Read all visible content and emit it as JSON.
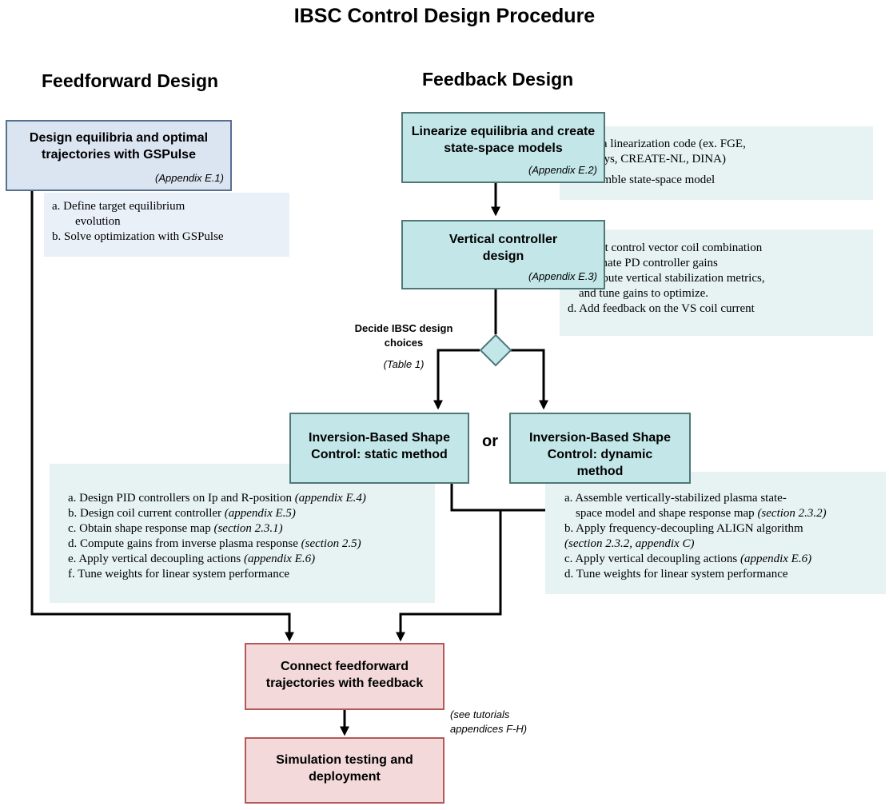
{
  "title": "IBSC Control Design Procedure",
  "feedforward": {
    "heading": "Feedforward Design",
    "box": {
      "text": "Design equilibria and optimal trajectories with GSPulse",
      "ref": "(Appendix E.1)"
    },
    "steps": [
      "a.   Define target equilibrium",
      "evolution",
      "b.   Solve optimization with GSPulse"
    ]
  },
  "feedback": {
    "heading": "Feedback Design",
    "linearize": {
      "box": {
        "text": "Linearize equilibria and create state-space models",
        "ref": "(Appendix E.2)"
      },
      "steps": [
        "a. Run a linearization code (ex. FGE,",
        "TokSys, CREATE-NL, DINA)",
        "b. Assemble state-space model"
      ]
    },
    "vertical": {
      "box": {
        "text": "Vertical controller design",
        "ref": "(Appendix E.3)"
      },
      "steps": [
        "a. Select control vector coil combination",
        "b. Estimate PD controller gains",
        "c. Compute vertical stabilization metrics,",
        "and tune gains to optimize.",
        "d. Add feedback on the VS coil current"
      ]
    },
    "decision": {
      "label": "Decide IBSC design choices",
      "ref": "(Table 1)"
    },
    "or_label": "or",
    "static_method": {
      "box": "Inversion-Based Shape Control: static method",
      "steps": [
        [
          "a. Design PID controllers on Ip and R-position ",
          "(appendix E.4)"
        ],
        [
          "b. Design coil current controller ",
          "(appendix E.5)"
        ],
        [
          "c. Obtain shape response map ",
          "(section 2.3.1)"
        ],
        [
          "d. Compute gains from inverse plasma response ",
          "(section 2.5)"
        ],
        [
          "e. Apply vertical decoupling actions ",
          "(appendix E.6)"
        ],
        [
          "f. Tune weights for linear system performance",
          ""
        ]
      ]
    },
    "dynamic_method": {
      "box": "Inversion-Based Shape Control: dynamic method",
      "steps": [
        [
          "a. Assemble vertically-stabilized plasma state-",
          ""
        ],
        [
          "space model and shape response map ",
          "(section 2.3.2)"
        ],
        [
          "b. Apply frequency-decoupling ALIGN algorithm",
          ""
        ],
        [
          "",
          "(section 2.3.2, appendix C)"
        ],
        [
          "c. Apply vertical decoupling actions ",
          "(appendix E.6)"
        ],
        [
          "d. Tune weights for linear system performance",
          ""
        ]
      ]
    }
  },
  "connect": {
    "text": "Connect feedforward trajectories with feedback",
    "note": "(see tutorials appendices F-H)"
  },
  "simulation": {
    "text": "Simulation testing and deployment"
  },
  "colors": {
    "teal_box": "#c3e6e8",
    "blue_box": "#dbe4f1",
    "red_box": "#f3d9d9",
    "teal_note": "#e6f3f2",
    "blue_note": "#eaf0f8"
  }
}
